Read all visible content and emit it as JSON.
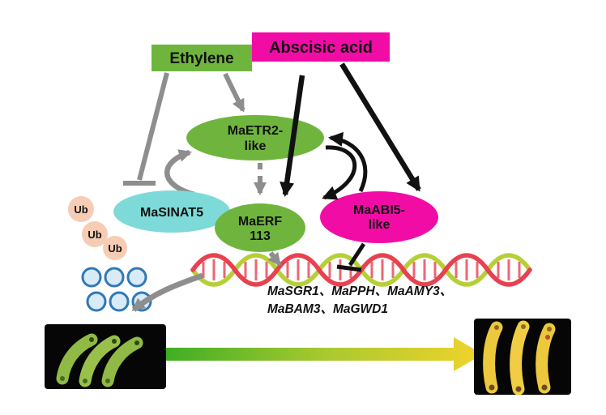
{
  "colors": {
    "green": "#6fb53d",
    "magenta": "#f20ca6",
    "cyan": "#7edad8",
    "peach": "#f6cdb4",
    "gray": "#8e8e8e",
    "black": "#111111",
    "dna_red": "#e8414f",
    "dna_green": "#b6cf36",
    "circle_blue": "#2f79b8",
    "banana_green": "#90ba45",
    "banana_yellow": "#ecc83d",
    "ripen_start": "#3fae24",
    "ripen_end": "#f2d32b"
  },
  "signals": {
    "ethylene": "Ethylene",
    "abscisic_acid": "Abscisic acid"
  },
  "proteins": {
    "etr2": {
      "line1": "MaETR2-",
      "line2": "like"
    },
    "sinat5": {
      "label": "MaSINAT5"
    },
    "erf113": {
      "line1": "MaERF",
      "line2": "113"
    },
    "abi5": {
      "line1": "MaABI5-",
      "line2": "like"
    }
  },
  "ubiquitin": {
    "label": "Ub"
  },
  "target_genes": {
    "line1": "MaSGR1、MaPPH、MaAMY3、",
    "line2": "MaBAM3、MaGWD1"
  }
}
